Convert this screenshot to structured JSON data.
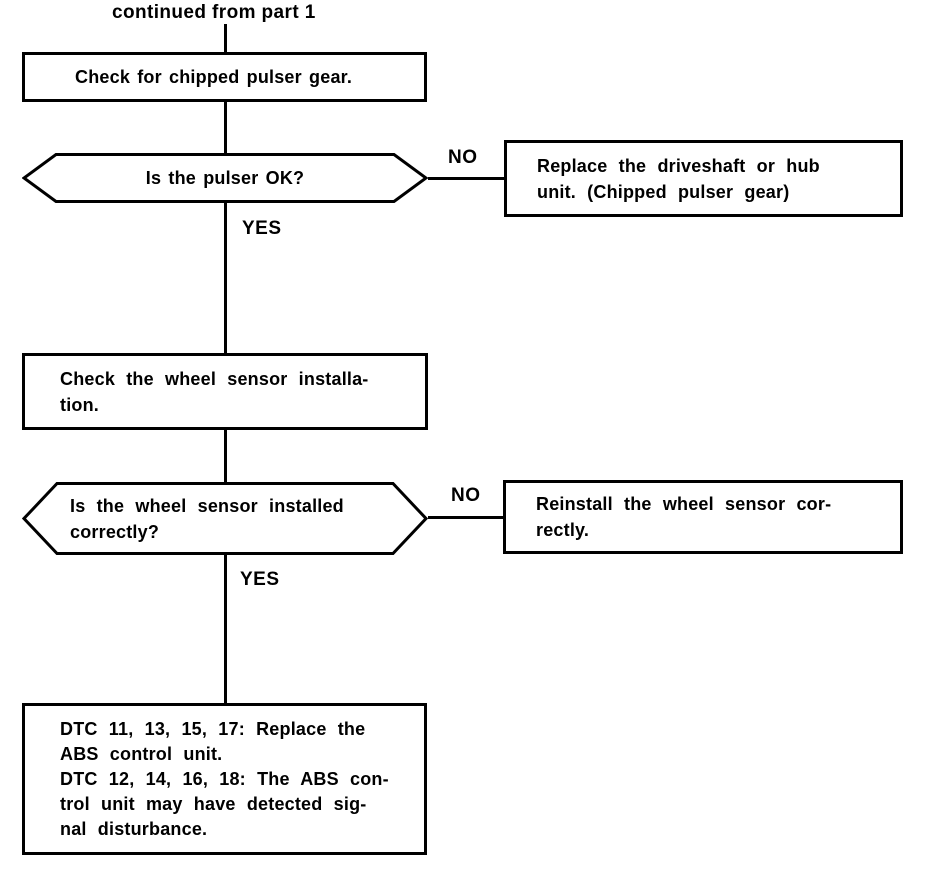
{
  "colors": {
    "ink": "#000000",
    "paper": "#ffffff"
  },
  "flowchart": {
    "entry_label": "continued from part 1",
    "process1": "Check for chipped pulser gear.",
    "decision1": "Is the pulser OK?",
    "decision1_no": "NO",
    "decision1_yes": "YES",
    "action1": "Replace the driveshaft or hub\nunit. (Chipped pulser gear)",
    "process2": "Check the wheel sensor installa-\ntion.",
    "decision2": "Is the wheel sensor installed\ncorrectly?",
    "decision2_no": "NO",
    "decision2_yes": "YES",
    "action2": "Reinstall the wheel sensor cor-\nrectly.",
    "result": "DTC 11, 13, 15, 17: Replace the\nABS control unit.\nDTC 12, 14, 16, 18: The ABS con-\ntrol unit may have detected sig-\nnal disturbance."
  }
}
